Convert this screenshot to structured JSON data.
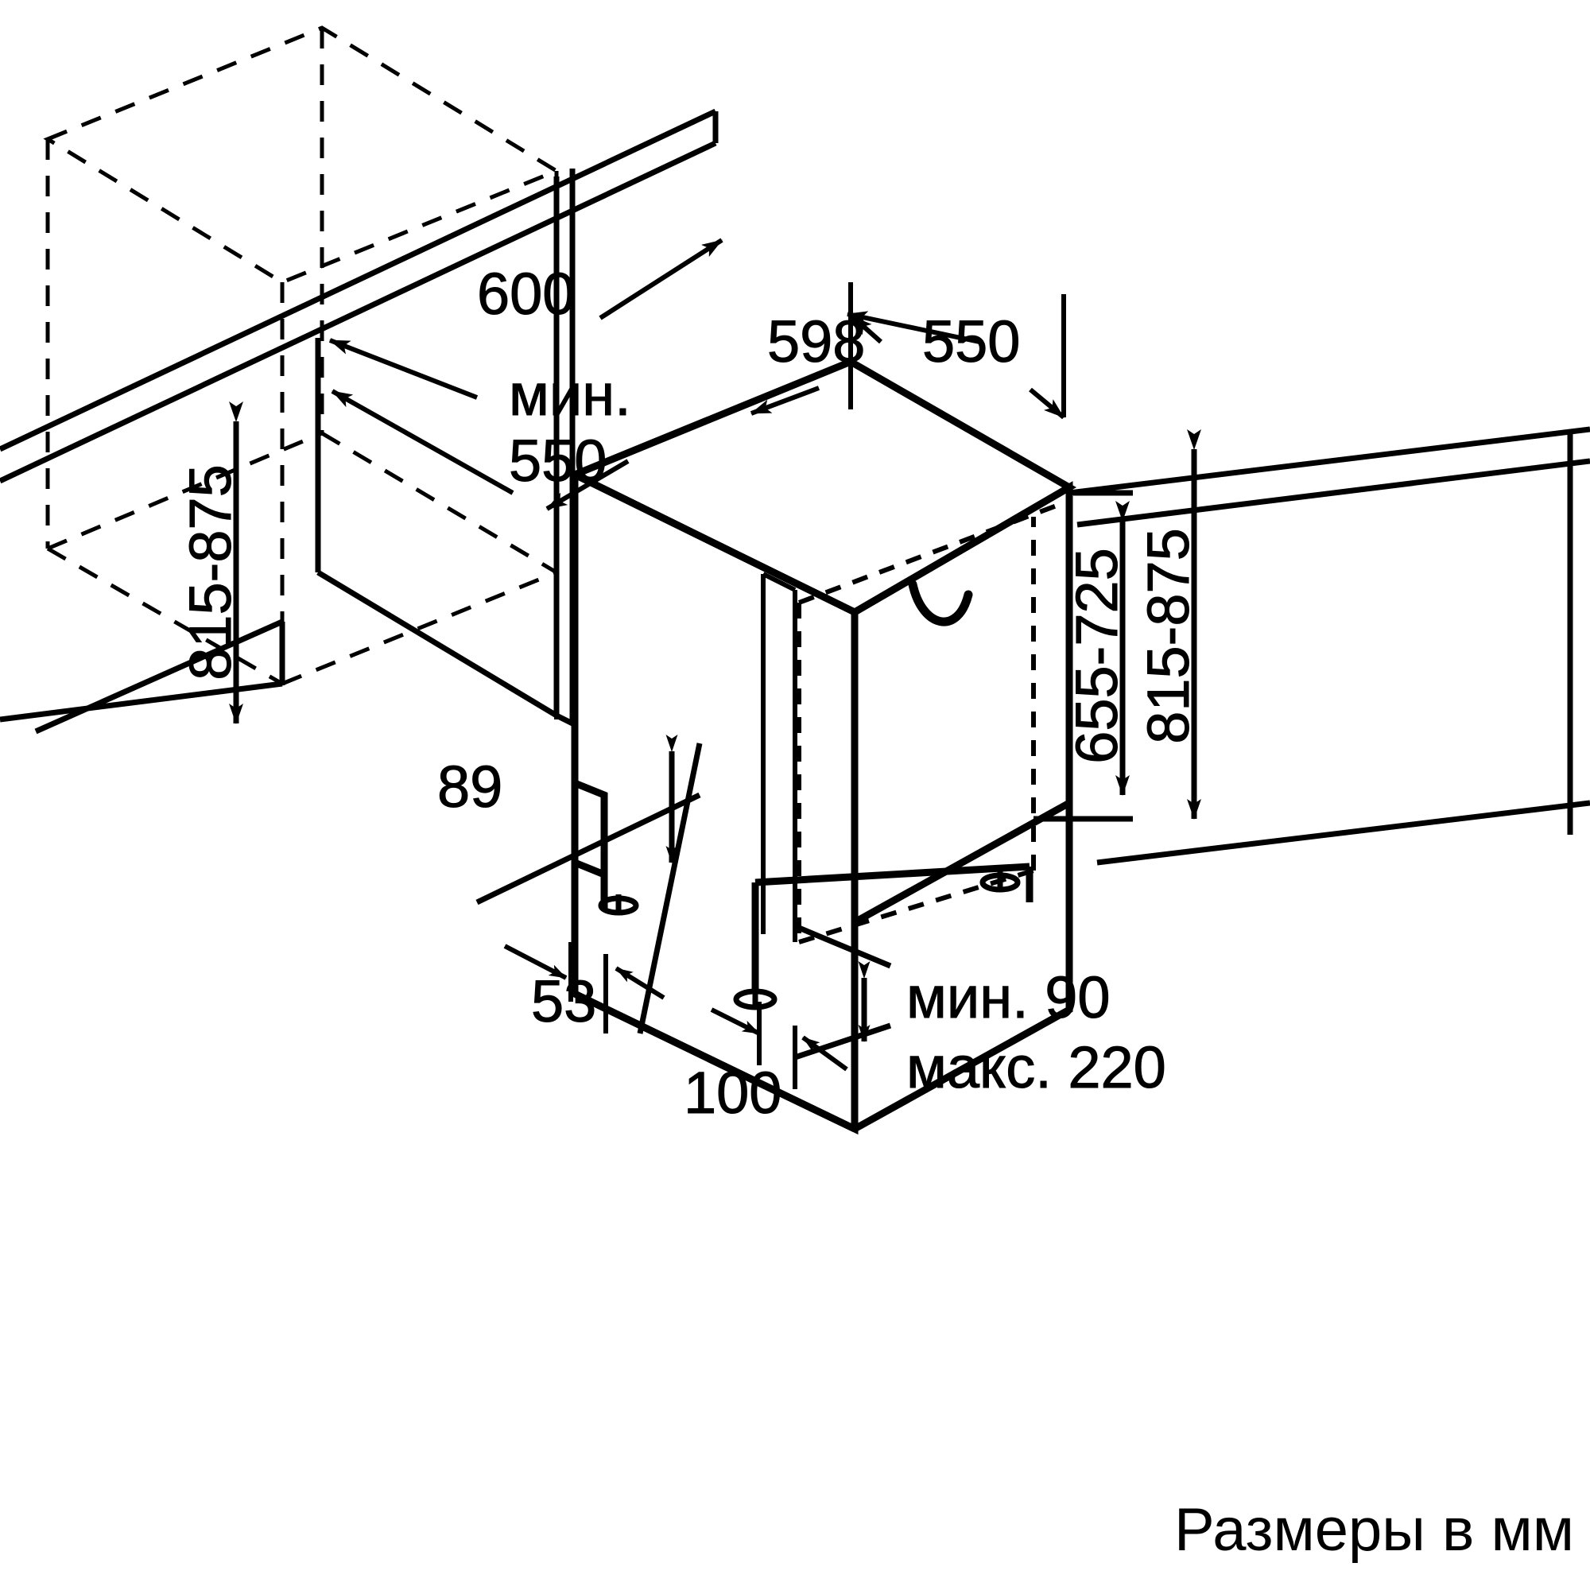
{
  "drawing": {
    "title": "Built-in dishwasher installation dimension drawing",
    "units_caption": "Размеры в мм",
    "line_color": "#000000",
    "background_color": "#ffffff"
  },
  "dimensions": {
    "niche_width": "600",
    "niche_depth_min_label": "мин.",
    "niche_depth_min_value": "550",
    "niche_height_left": "815-875",
    "appliance_width": "598",
    "appliance_depth": "550",
    "appliance_door_height": "655-725",
    "appliance_height_right": "815-875",
    "plinth_recess_height": "89",
    "plinth_recess_depth": "53",
    "foot_offset": "100",
    "plinth_min_label": "мин. 90",
    "plinth_max_label": "макс. 220"
  },
  "labels": {
    "d600": "600",
    "d_min_word": "мин.",
    "d550_niche": "550",
    "d815_875_left": "815-875",
    "d598": "598",
    "d550_depth": "550",
    "d655_725": "655-725",
    "d815_875_right": "815-875",
    "d89": "89",
    "d53": "53",
    "d100": "100",
    "min90": "мин. 90",
    "max220": "макс. 220",
    "units": "Размеры в мм"
  },
  "icons": {
    "door_handle": "door-handle-arc",
    "levelling_foot": "levelling-foot"
  }
}
